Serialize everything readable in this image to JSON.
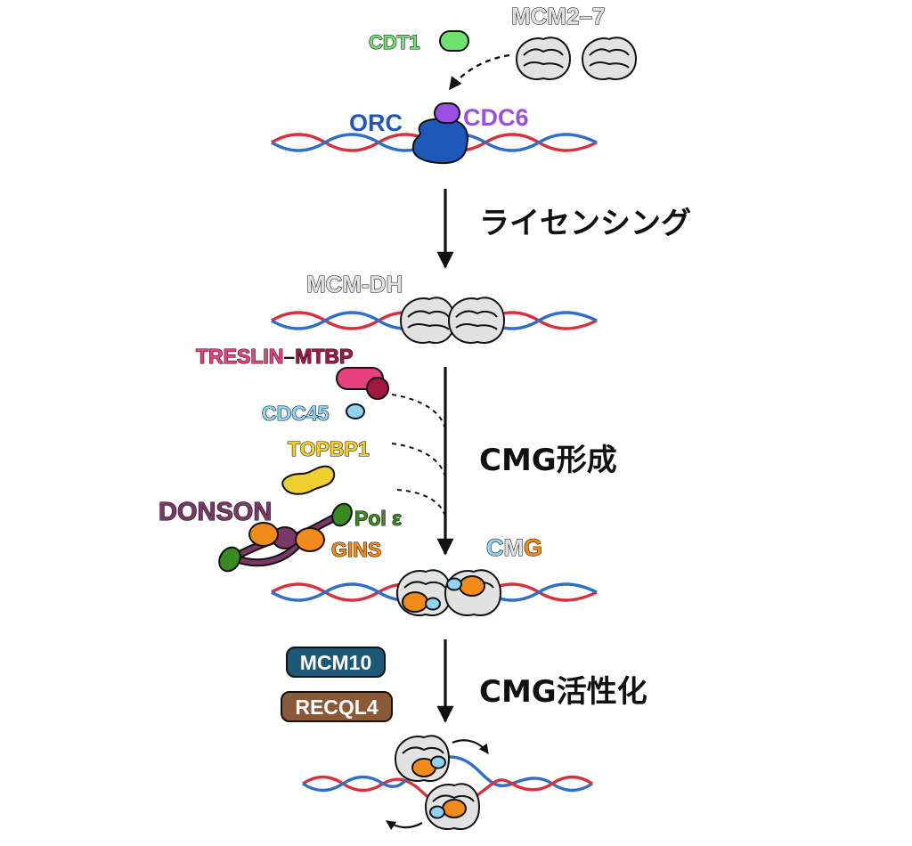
{
  "labels": {
    "cdt1": "CDT1",
    "mcm27": "MCM2–7",
    "orc": "ORC",
    "cdc6": "CDC6",
    "mcmdh": "MCM-DH",
    "treslin": "TRESLIN",
    "treslin_dash": "–",
    "mtbp": "MTBP",
    "cdc45": "CDC45",
    "topbp1": "TOPBP1",
    "donson": "DONSON",
    "pol_e": "Pol ε",
    "gins": "GINS",
    "cmg_c": "C",
    "cmg_m": "M",
    "cmg_g": "G",
    "mcm10": "MCM10",
    "recql4": "RECQL4"
  },
  "steps": {
    "licensing": "ライセンシング",
    "cmg_formation": "CMG形成",
    "cmg_activation": "CMG活性化"
  },
  "colors": {
    "dna_red": "#d8303c",
    "dna_blue": "#2f6fc8",
    "cdt1": "#6ee06e",
    "orc": "#1e58b8",
    "cdc6": "#9a4ee6",
    "mcm": "#e2e2e2",
    "treslin": "#e8407e",
    "mtbp": "#a01840",
    "cdc45": "#8ed4f2",
    "topbp1": "#f0d030",
    "donson": "#7a3868",
    "pol_e": "#3a8a22",
    "gins": "#f28a1a",
    "mcm10": "#1e5878",
    "recql4": "#8a5a38"
  }
}
